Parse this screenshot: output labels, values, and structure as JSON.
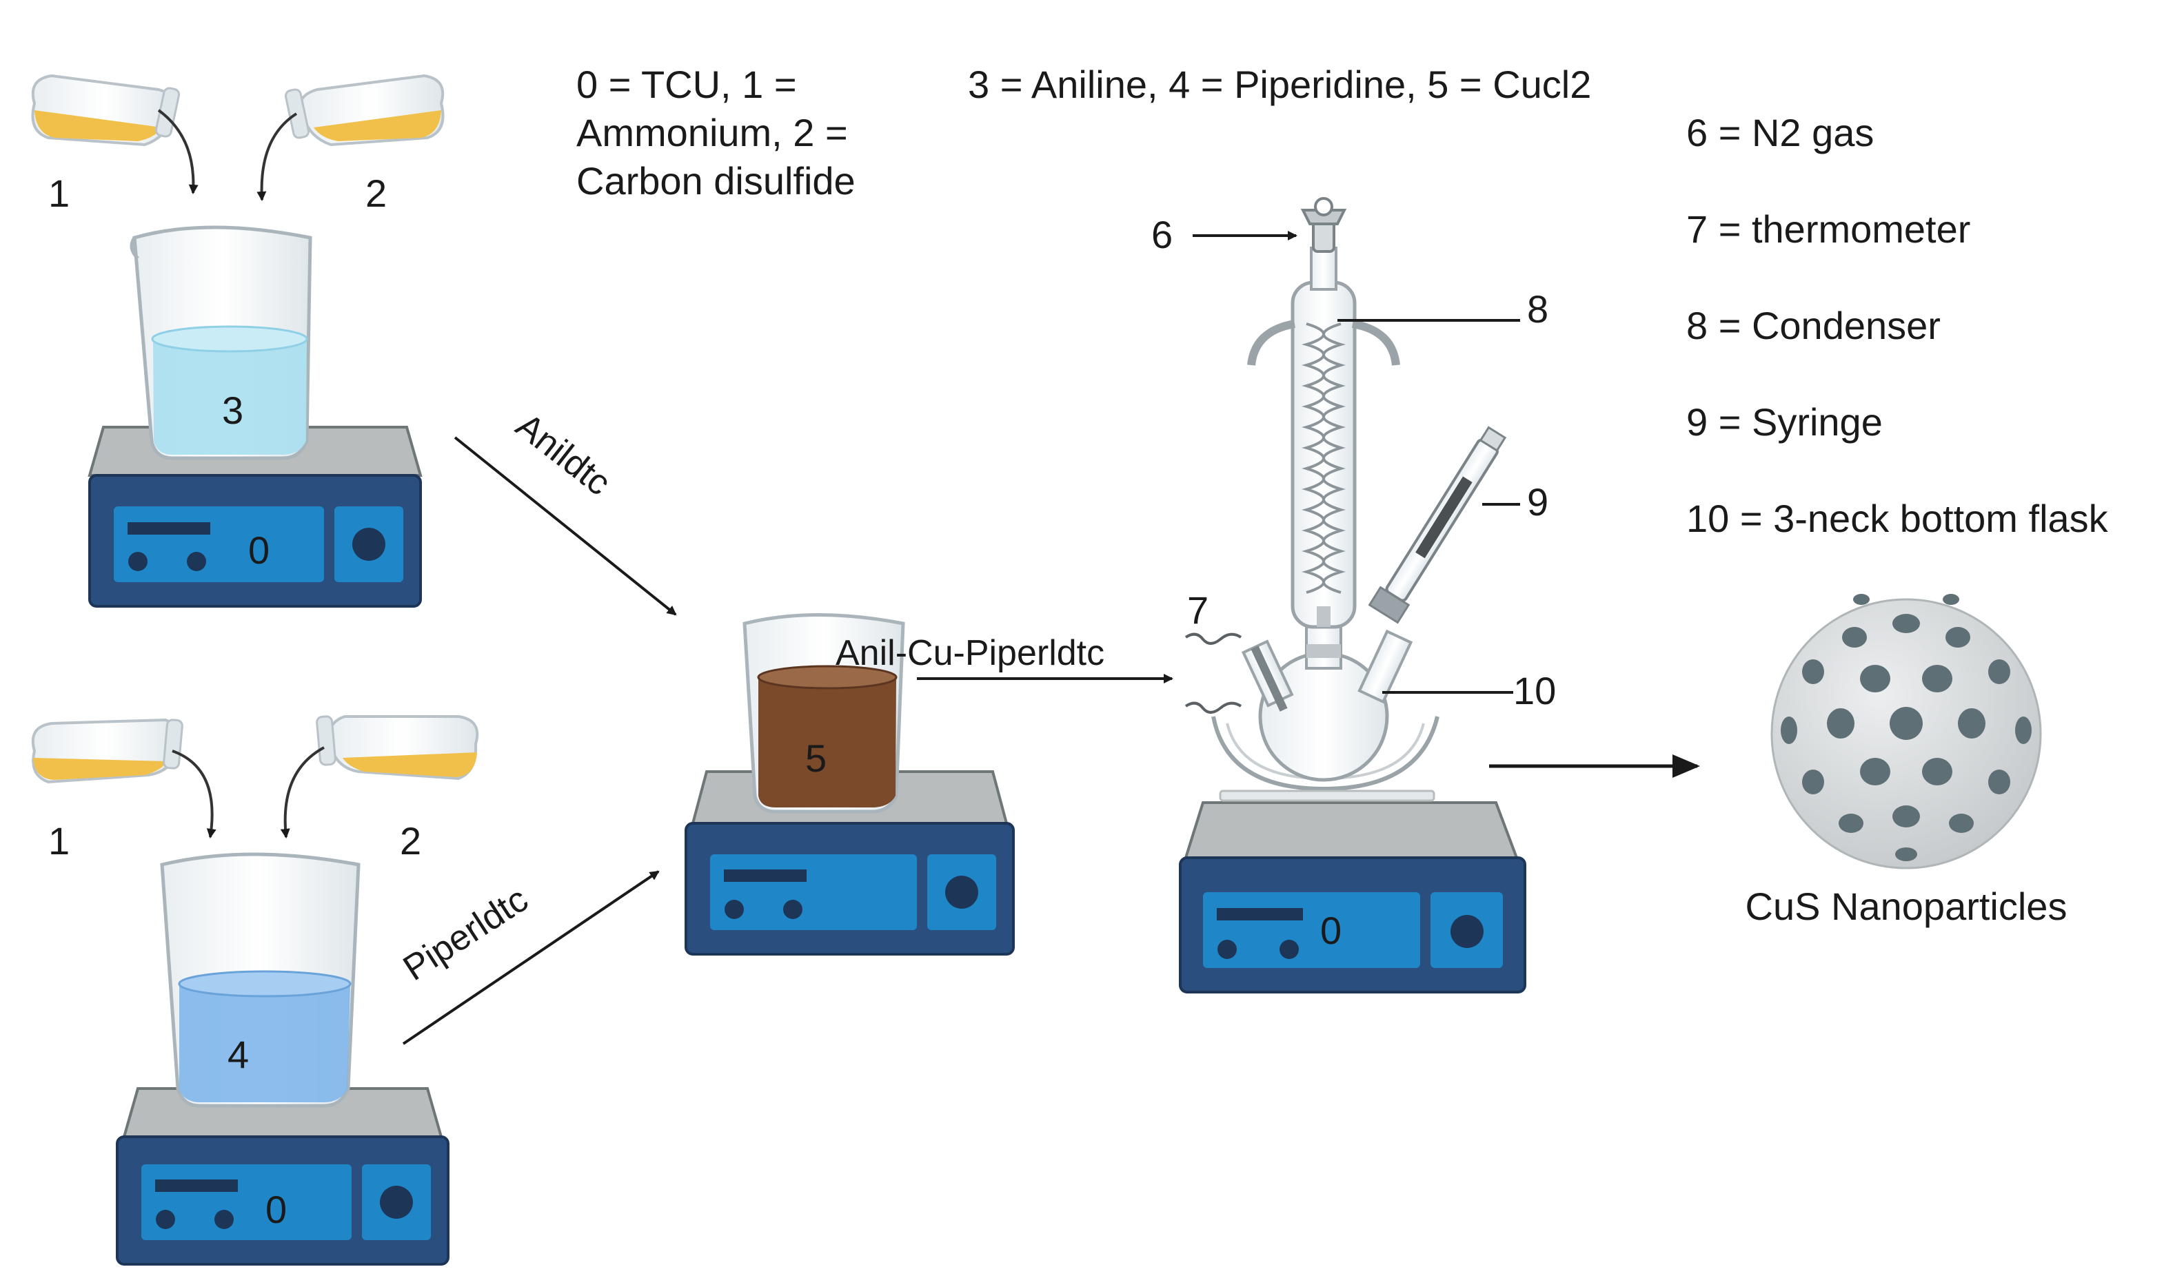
{
  "legend": {
    "group_a": "0 = TCU, 1 =\nAmmonium, 2 =\nCarbon disulfide",
    "group_b": "3 = Aniline, 4 = Piperidine, 5 = Cucl2",
    "group_c": [
      "6 = N2 gas",
      "7 = thermometer",
      "8 = Condenser",
      "9 = Syringe",
      "10 = 3-neck bottom flask"
    ]
  },
  "labels": {
    "flask_1": "1",
    "flask_2": "2",
    "beaker_3": "3",
    "beaker_4": "4",
    "beaker_5": "5",
    "stirrer_0": "0",
    "arrow_aniline": "Anildtc",
    "arrow_piper": "Piperldtc",
    "arrow_mixed": "Anil-Cu-Piperldtc",
    "n2": "6",
    "thermometer": "7",
    "condenser": "8",
    "syringe": "9",
    "flask_3neck": "10",
    "product": "CuS Nanoparticles"
  },
  "colors": {
    "stirrer_body": "#2a4f7f",
    "stirrer_panel": "#1f86c7",
    "stirrer_top": "#b8bcbd",
    "liquid_yellow": "#f0c04a",
    "liquid_cyan": "#a9dff0",
    "liquid_blue": "#7fb6ea",
    "liquid_brown": "#7a4a2a",
    "sphere": "#d9dadb",
    "sphere_dots": "#5f6f76"
  }
}
